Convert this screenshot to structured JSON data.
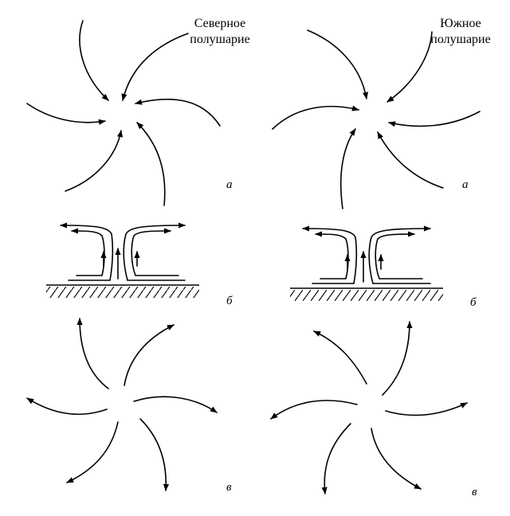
{
  "northern": {
    "title_line1": "Северное",
    "title_line2": "полушарие",
    "label_a": "а",
    "label_b": "б",
    "label_v": "в"
  },
  "southern": {
    "title_line1": "Южное",
    "title_line2": "полушарие",
    "label_a": "а",
    "label_b": "б",
    "label_v": "в"
  }
}
